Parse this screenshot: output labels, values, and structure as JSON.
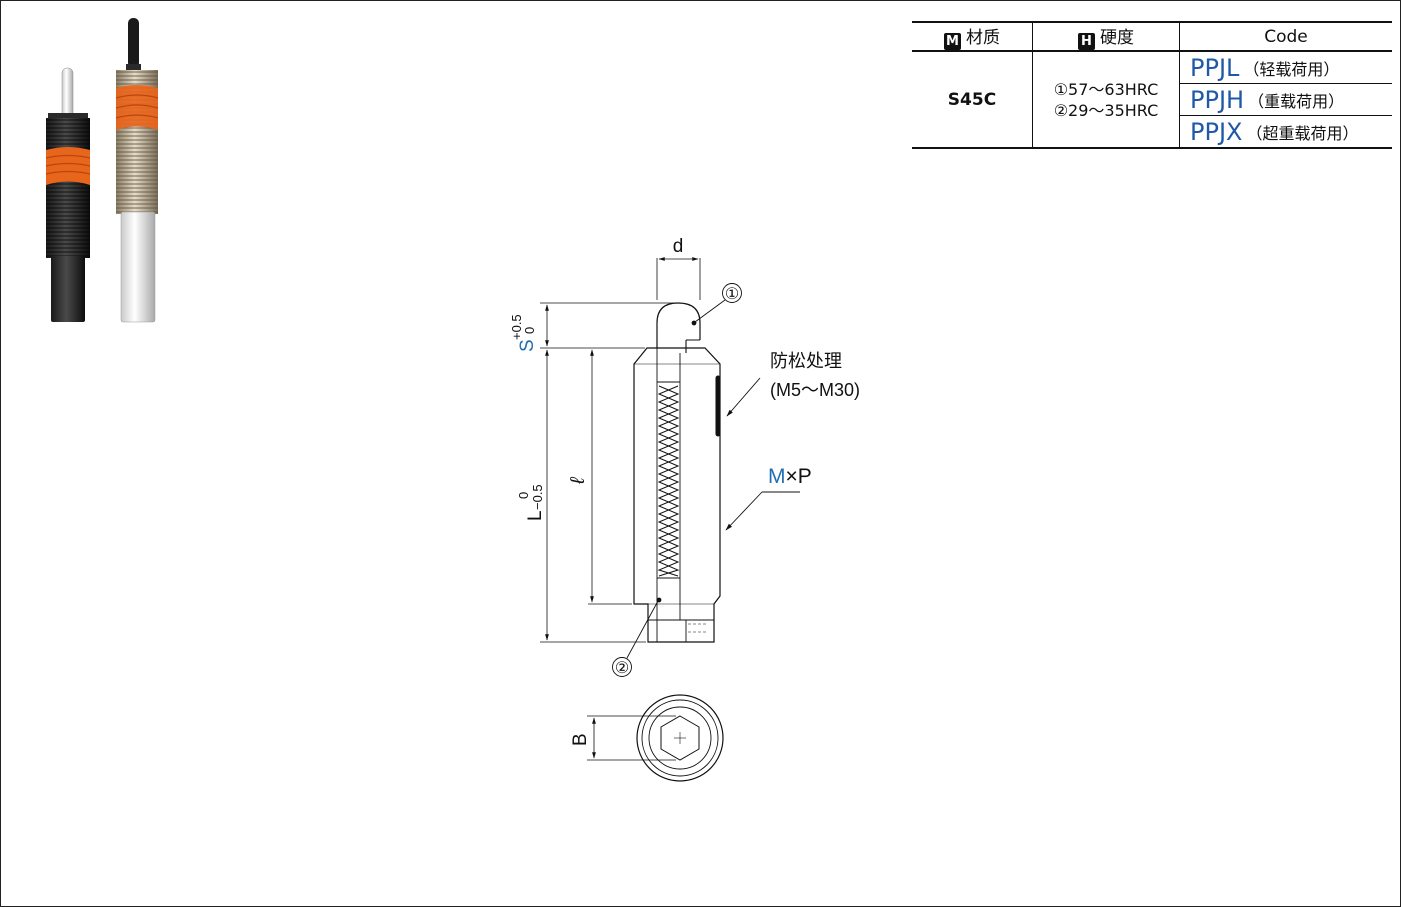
{
  "spec_table": {
    "headers": {
      "material": {
        "badge": "M",
        "label": "材质"
      },
      "hardness": {
        "badge": "H",
        "label": "硬度"
      },
      "code": {
        "label": "Code"
      }
    },
    "material": "S45C",
    "hardness": [
      "①57～63HRC",
      "②29～35HRC"
    ],
    "codes": [
      {
        "code": "PPJL",
        "desc": "（轻载荷用）"
      },
      {
        "code": "PPJH",
        "desc": "（重载荷用）"
      },
      {
        "code": "PPJX",
        "desc": "（超重载荷用）"
      }
    ]
  },
  "drawing": {
    "dim_d": "d",
    "part_1": "①",
    "part_2": "②",
    "dim_S": "S",
    "dim_S_tol_upper": "+0.5",
    "dim_S_tol_lower": "0",
    "dim_L": "L",
    "dim_L_tol_upper": "0",
    "dim_L_tol_lower": "−0.5",
    "dim_l": "ℓ",
    "anti_loose_label": "防松处理",
    "anti_loose_range": "(M5～M30)",
    "thread_M": "M",
    "thread_x": "×",
    "thread_P": "P",
    "dim_B": "B"
  },
  "colors": {
    "accent_blue": "#1f6fb3",
    "code_blue": "#1f58a6",
    "nylon_orange": "#e8651c"
  }
}
